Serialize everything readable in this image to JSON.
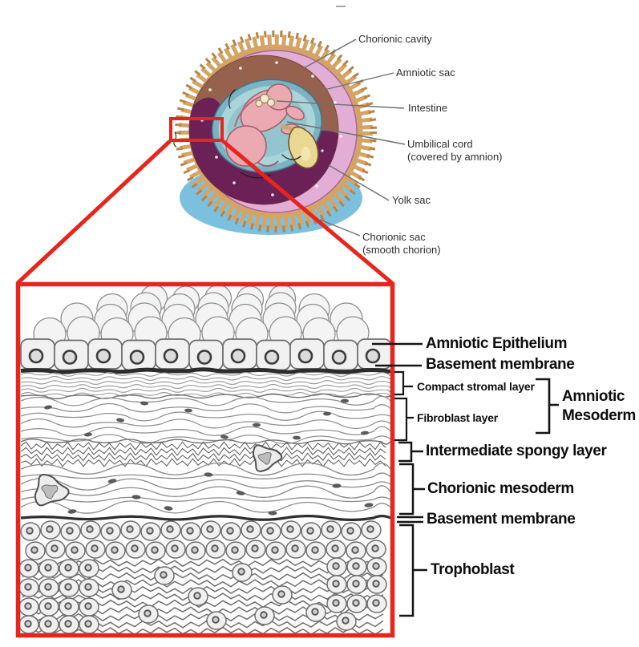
{
  "embryo_diagram": {
    "labels": {
      "chorionic_cavity": "Chorionic cavity",
      "amniotic_sac": "Amniotic sac",
      "intestine": "Intestine",
      "umbilical_cord_line1": "Umbilical cord",
      "umbilical_cord_line2": "(covered by amnion)",
      "yolk_sac": "Yolk sac",
      "chorionic_sac_line1": "Chorionic sac",
      "chorionic_sac_line2": "(smooth chorion)"
    }
  },
  "membrane_diagram": {
    "labels": {
      "amniotic_epithelium": "Amniotic Epithelium",
      "basement_membrane_upper": "Basement membrane",
      "compact_stromal_layer": "Compact stromal layer",
      "fibroblast_layer": "Fibroblast layer",
      "amniotic_mesoderm": "Amniotic Mesoderm",
      "intermediate_spongy_layer": "Intermediate spongy layer",
      "chorionic_mesoderm": "Chorionic mesoderm",
      "basement_membrane_lower": "Basement membrane",
      "trophoblast": "Trophoblast"
    }
  },
  "colors": {
    "highlight_red": "#e8251c",
    "villi_tan": "#d3a465",
    "villi_tan_dark": "#b5854a",
    "ring_pink": "#e3aed6",
    "cavity_brown": "#96624e",
    "cavity_purple": "#6b2156",
    "amniotic_sac_blue": "#a9d4da",
    "amniotic_sac_rim": "#7ab3c1",
    "embryo_pink": "#eba9b1",
    "yolk_sac_yellow": "#ead792",
    "chorionic_sac_blue": "#7cc0e0",
    "label_ink": "#151515",
    "leader_gray": "#6f6f6f"
  }
}
